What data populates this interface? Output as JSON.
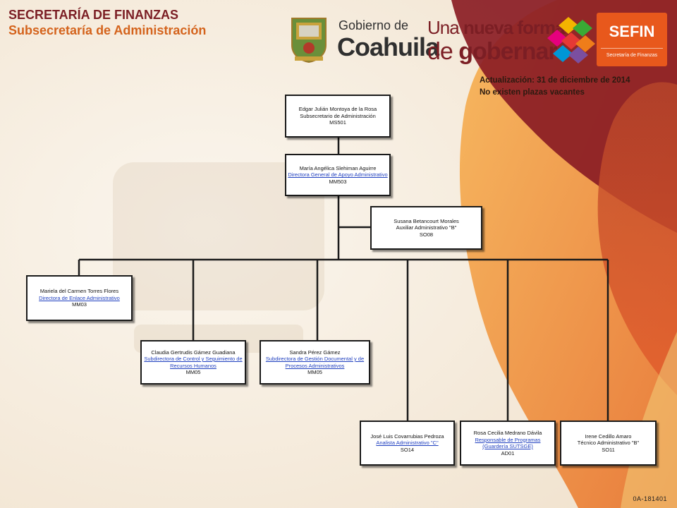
{
  "header": {
    "title": "SECRETARÍA DE FINANZAS",
    "subtitle": "Subsecretaría de Administración"
  },
  "logos": {
    "gobierno_small": "Gobierno de",
    "gobierno_big": "Coahuila",
    "slogan_a": "Una",
    "slogan_b": "nueva forma",
    "slogan_c": "de",
    "slogan_d": "gobernar",
    "sefin_title": "SEFIN",
    "sefin_sub": "Secretaría de Finanzas"
  },
  "notes": {
    "update": "Actualización: 31  de diciembre de 2014",
    "vacancies": "No existen plazas vacantes"
  },
  "org": {
    "subsecretario": {
      "name": "Edgar Julián Montoya de la Rosa",
      "position": "Subsecretario de Administración",
      "code": "MS501"
    },
    "directora_general": {
      "name": "María Angélica  Slehiman Aguirre",
      "position": "Directora General de Apoyo Administrativo",
      "code": "MM503"
    },
    "auxiliar": {
      "name": "Susana Betancourt  Morales",
      "position": "Auxiliar  Administrativo  \"B\"",
      "code": "SO08"
    },
    "enlace": {
      "name": "Mariela del Carmen Torres Flores",
      "position": "Directora  de Enlace Administrativo",
      "code": "MM03"
    },
    "control": {
      "name": "Claudia Gertrudis Gámez Guadiana",
      "position": "Subdirectora  de Control y Seguimiento de Recursos Humanos",
      "code": "MM05"
    },
    "gestion": {
      "name": "Sandra Pérez Gámez",
      "position": "Subdirectora  de Gestión Documental y de Procesos Administrativos",
      "code": "MM05"
    },
    "analista": {
      "name": "José Luis Covarrubias Pedroza",
      "position": "Analista  Administrativo  \"C\"",
      "code": "SO14"
    },
    "programas": {
      "name": "Rosa Cecilia Medrano Dávila",
      "position": "Responsable de Programas (Guardería  SUTSGE)",
      "code": "AD01"
    },
    "tecnico": {
      "name": "Irene Cedillo Amaro",
      "position": "Técnico Administrativo  \"B\"",
      "code": "SO11"
    }
  },
  "footer": {
    "code": "0A-181401"
  },
  "colors": {
    "title_dark": "#7b1e24",
    "title_orange": "#d4631c",
    "sefin": "#e8581c",
    "link": "#1f3fbf"
  }
}
